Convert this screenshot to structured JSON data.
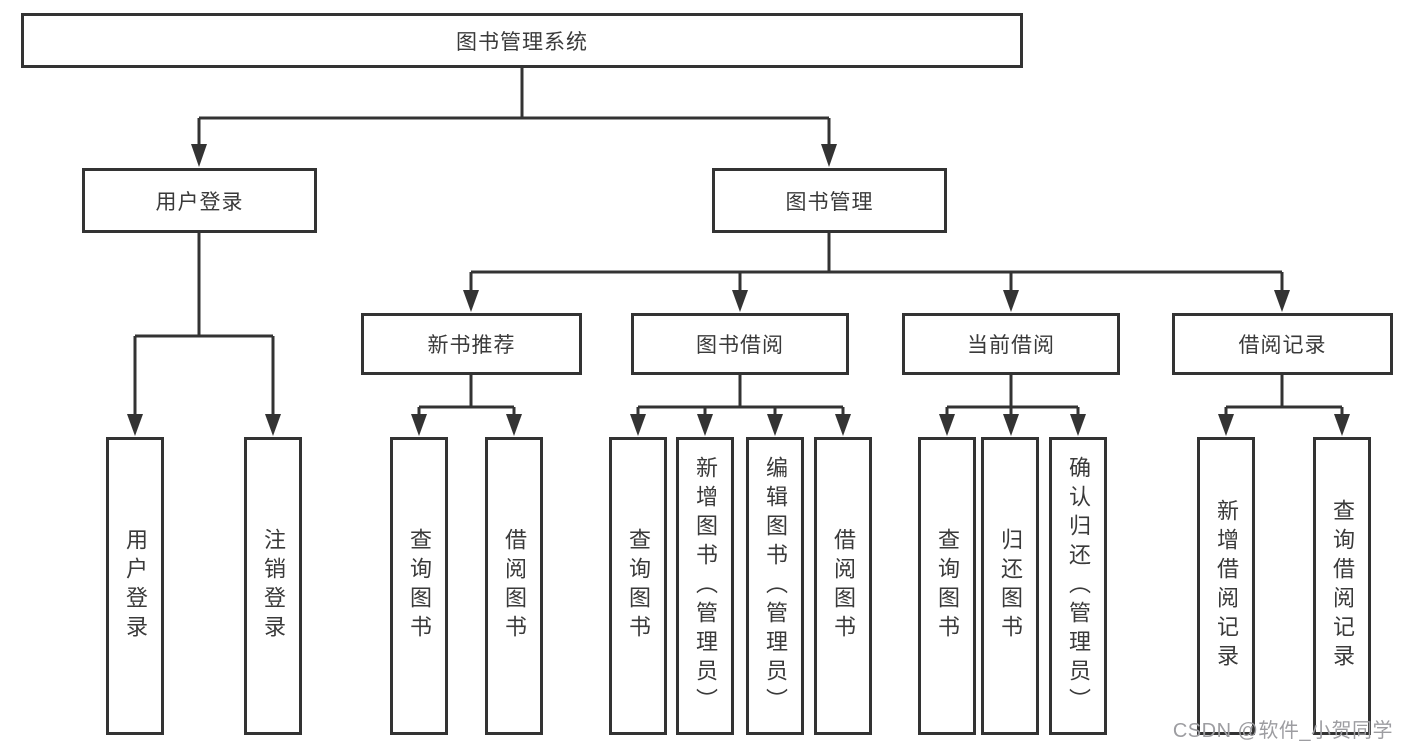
{
  "watermark": "CSDN @软件_小贺同学",
  "colors": {
    "line": "#333333",
    "box_border": "#333333",
    "text": "#3a3a3a",
    "watermark": "#9d9da1",
    "background": "#ffffff"
  },
  "tree": {
    "label": "图书管理系统",
    "children": [
      {
        "label": "用户登录",
        "children": [
          {
            "label": "用户登录"
          },
          {
            "label": "注销登录"
          }
        ]
      },
      {
        "label": "图书管理",
        "children": [
          {
            "label": "新书推荐",
            "children": [
              {
                "label": "查询图书"
              },
              {
                "label": "借阅图书"
              }
            ]
          },
          {
            "label": "图书借阅",
            "children": [
              {
                "label": "查询图书"
              },
              {
                "label": "新增图书（管理员）"
              },
              {
                "label": "编辑图书（管理员）"
              },
              {
                "label": "借阅图书"
              }
            ]
          },
          {
            "label": "当前借阅",
            "children": [
              {
                "label": "查询图书"
              },
              {
                "label": "归还图书"
              },
              {
                "label": "确认归还（管理员）"
              }
            ]
          },
          {
            "label": "借阅记录",
            "children": [
              {
                "label": "新增借阅记录"
              },
              {
                "label": "查询借阅记录"
              }
            ]
          }
        ]
      }
    ]
  }
}
